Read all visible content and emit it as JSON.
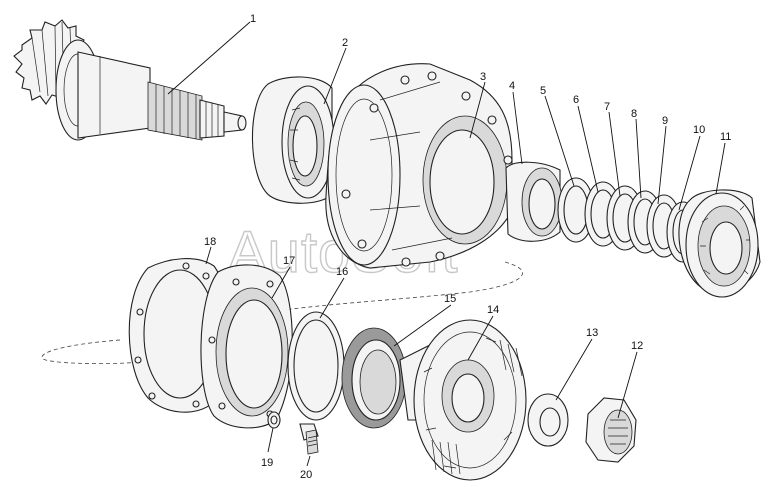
{
  "watermark": "AutoSoft",
  "callouts": {
    "c1": "1",
    "c2": "2",
    "c3": "3",
    "c4": "4",
    "c5": "5",
    "c6": "6",
    "c7": "7",
    "c8": "8",
    "c9": "9",
    "c10": "10",
    "c11": "11",
    "c12": "12",
    "c13": "13",
    "c14": "14",
    "c15": "15",
    "c16": "16",
    "c17": "17",
    "c18": "18",
    "c19": "19",
    "c20": "20"
  }
}
